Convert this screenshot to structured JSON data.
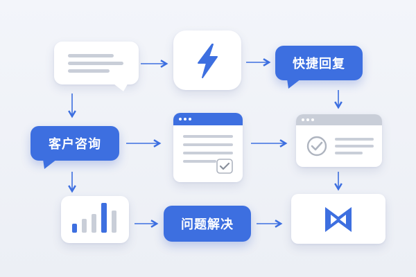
{
  "nodes": {
    "quick_reply": "快捷回复",
    "customer_inquiry": "客户咨询",
    "problem_solved": "问题解决"
  },
  "colors": {
    "accent_blue": "#3d6fe0",
    "card_white": "#ffffff",
    "placeholder_gray": "#c9ced8",
    "background": "#eef1f6"
  },
  "icons": [
    "chat-bubble-icon",
    "lightning-icon",
    "document-check-icon",
    "browser-window-check-icon",
    "bar-chart-icon",
    "bowtie-logo-icon"
  ]
}
